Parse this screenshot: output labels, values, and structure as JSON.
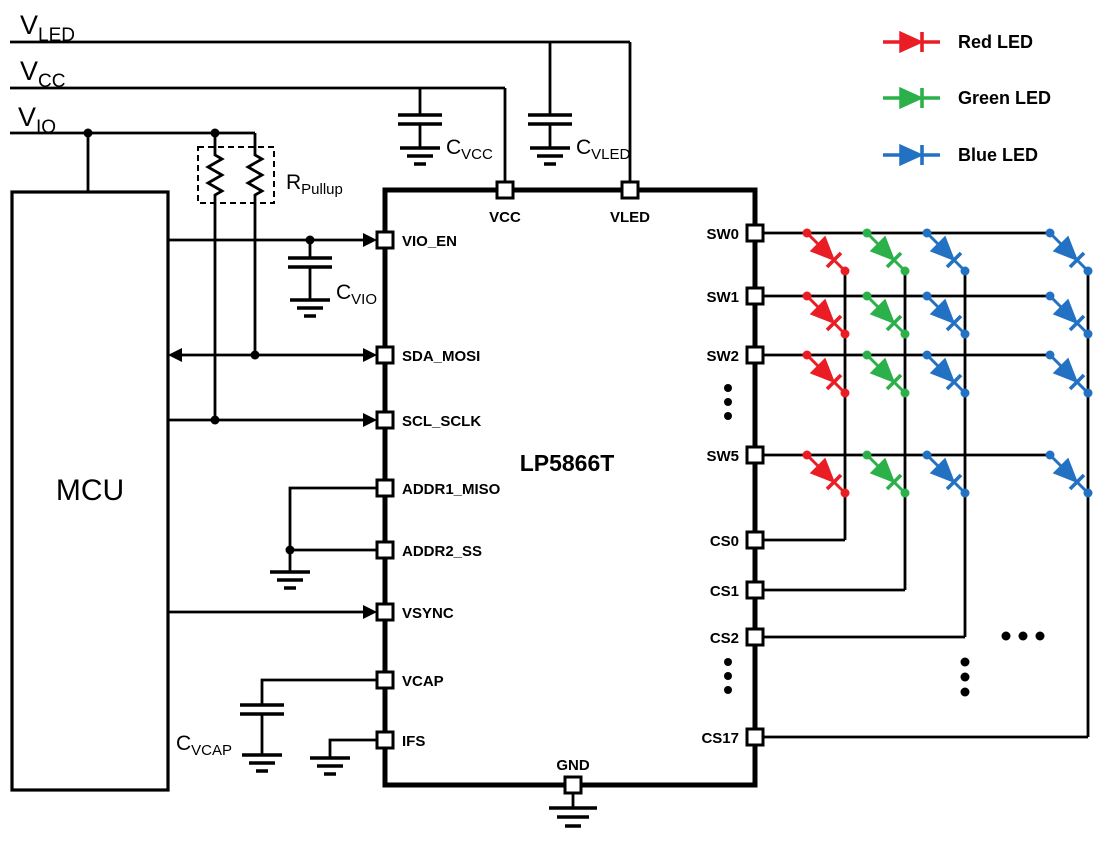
{
  "schematic": {
    "ink_color": "#000000",
    "ic": {
      "name": "LP5866T",
      "left_pins": [
        "VIO_EN",
        "SDA_MOSI",
        "SCL_SCLK",
        "ADDR1_MISO",
        "ADDR2_SS",
        "VSYNC",
        "VCAP",
        "IFS"
      ],
      "top_pins": [
        "VCC",
        "VLED"
      ],
      "bottom_pins": [
        "GND"
      ],
      "right_pins": [
        "SW0",
        "SW1",
        "SW2",
        "SW5",
        "CS0",
        "CS1",
        "CS2",
        "CS17"
      ]
    },
    "mcu": {
      "name": "MCU"
    },
    "rails": {
      "vled": {
        "main": "V",
        "sub": "LED"
      },
      "vcc": {
        "main": "V",
        "sub": "CC"
      },
      "vio": {
        "main": "V",
        "sub": "IO"
      }
    },
    "passives": {
      "r_pullup": {
        "main": "R",
        "sub": "Pullup"
      },
      "c_vcc": {
        "main": "C",
        "sub": "VCC"
      },
      "c_vled": {
        "main": "C",
        "sub": "VLED"
      },
      "c_vio": {
        "main": "C",
        "sub": "VIO"
      },
      "c_vcap": {
        "main": "C",
        "sub": "VCAP"
      }
    },
    "legend": {
      "red": {
        "label": "Red LED",
        "color": "#ea1d24"
      },
      "green": {
        "label": "Green LED",
        "color": "#2bb04a"
      },
      "blue": {
        "label": "Blue LED",
        "color": "#2371c3"
      }
    }
  }
}
